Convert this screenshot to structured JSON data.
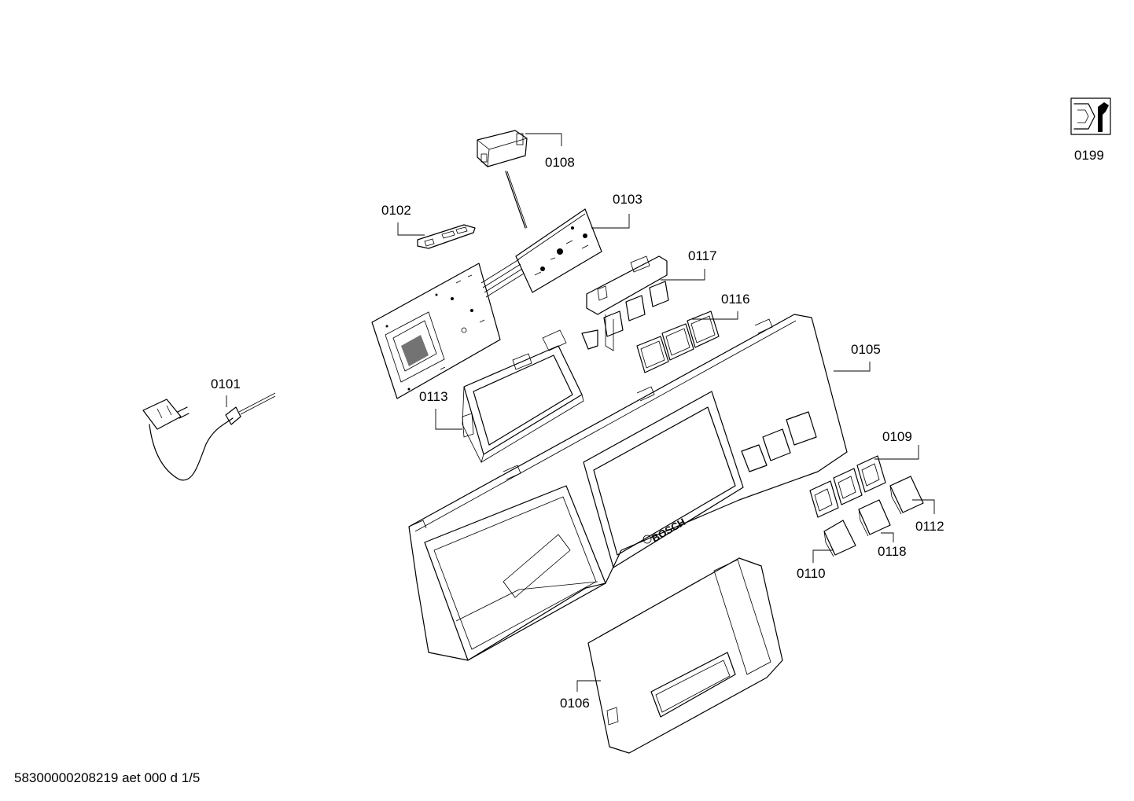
{
  "parts": {
    "p0101": "0101",
    "p0102": "0102",
    "p0103": "0103",
    "p0105": "0105",
    "p0106": "0106",
    "p0108": "0108",
    "p0109": "0109",
    "p0110": "0110",
    "p0112": "0112",
    "p0113": "0113",
    "p0116": "0116",
    "p0117": "0117",
    "p0118": "0118",
    "p0199": "0199"
  },
  "brand_mark": "BOSCH",
  "footer": {
    "doc_ref": "58300000208219 aet 000 d 1/5"
  },
  "icons": {
    "service": "wrench-service-icon"
  },
  "colors": {
    "line": "#000000",
    "background": "#ffffff"
  }
}
